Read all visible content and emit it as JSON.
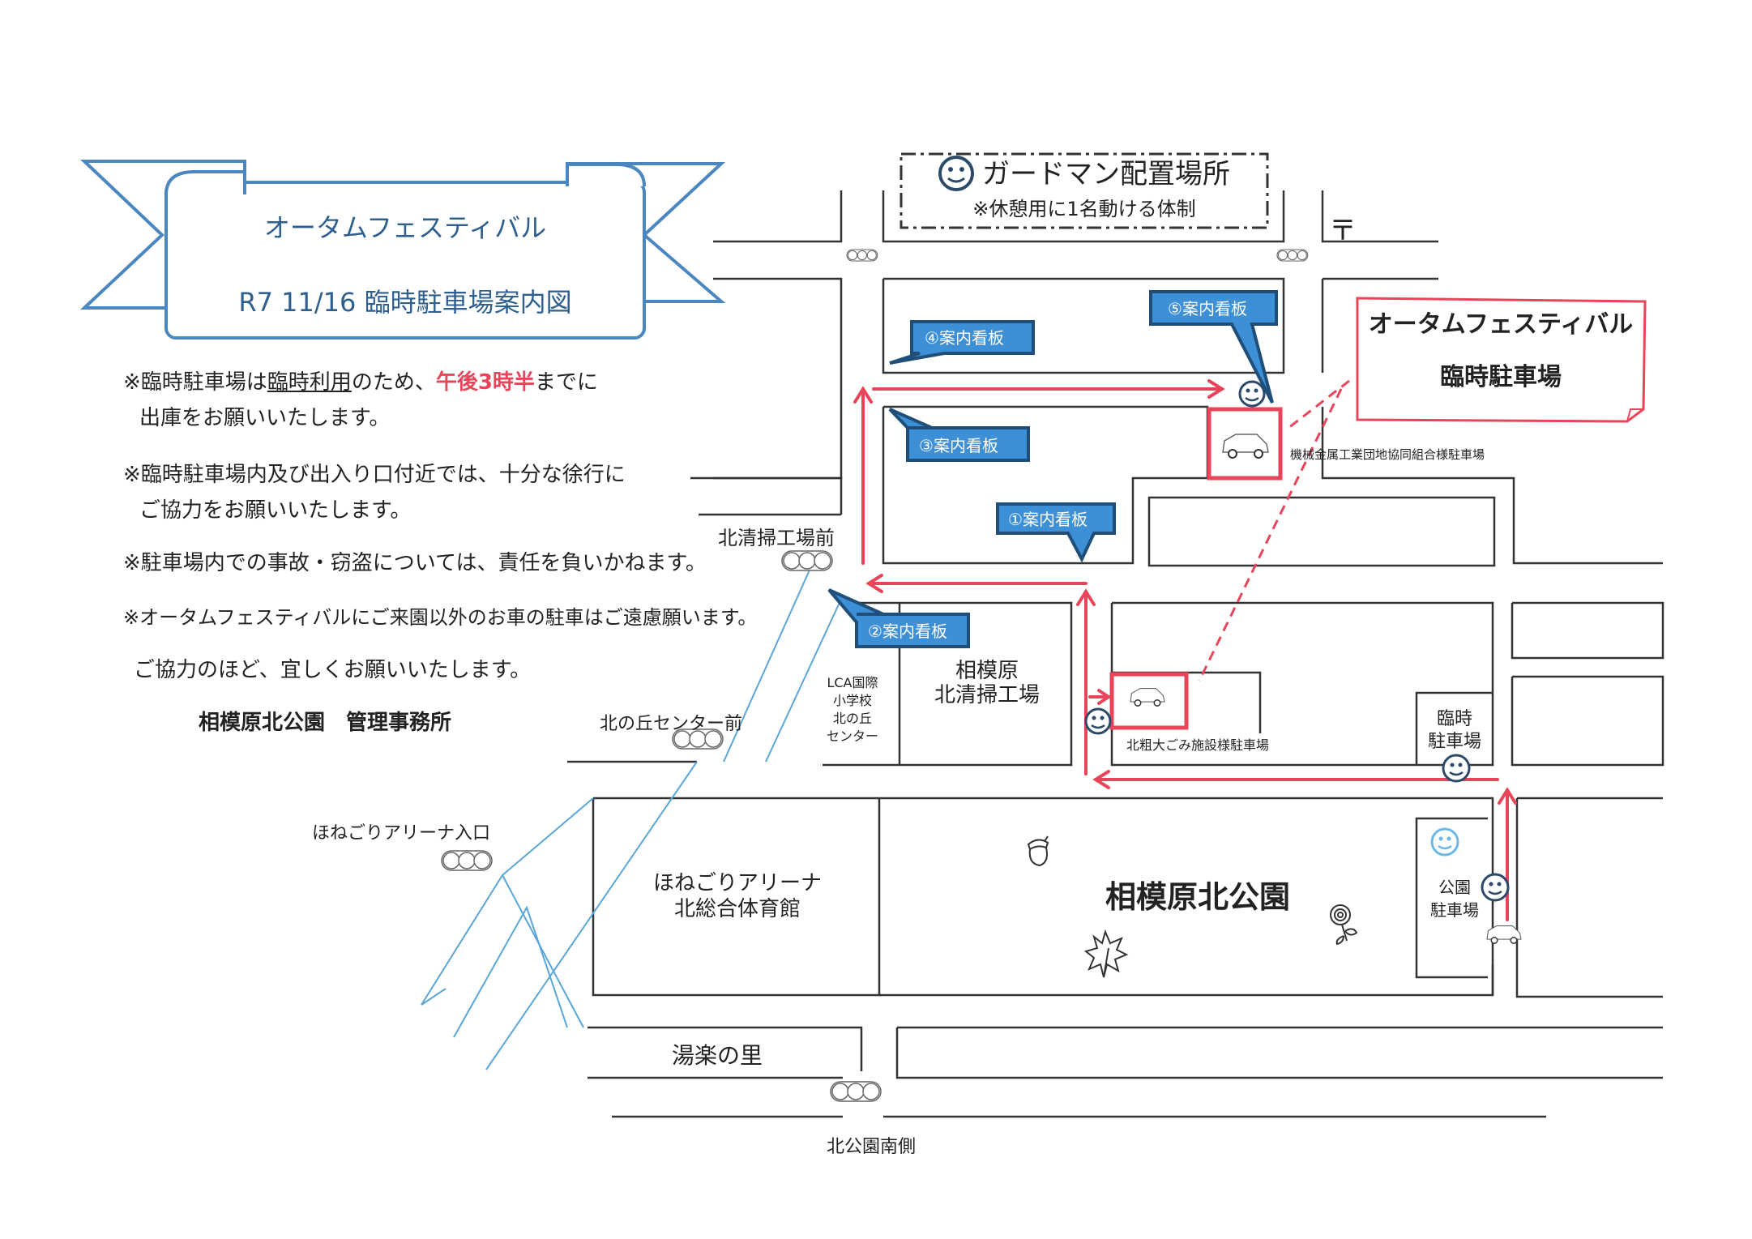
{
  "banner": {
    "title": "オータムフェスティバル",
    "subtitle": "R7 11/16  臨時駐車場案内図"
  },
  "notes": [
    {
      "prefix": "※臨時駐車場は",
      "underlined": "臨時利用",
      "middle": "のため、",
      "highlight": "午後3時半",
      "suffix": "までに",
      "line2": "出庫をお願いいたします。"
    },
    {
      "line1": "※臨時駐車場内及び出入り口付近では、十分な徐行に",
      "line2": "ご協力をお願いいたします。"
    },
    {
      "line1": "※駐車場内での事故・窃盗については、責任を負いかねます。"
    },
    {
      "line1": "※オータムフェスティバルにご来園以外のお車の駐車はご遠慮願います。"
    },
    {
      "line1": "ご協力のほど、宜しくお願いいたします。"
    }
  ],
  "office": "相模原北公園　管理事務所",
  "guard_legend": {
    "icon": "smiley-icon",
    "title": "ガードマン配置場所",
    "subtitle": "※休憩用に1名動ける体制"
  },
  "post_office_symbol": "〒",
  "callout": {
    "title": "オータムフェスティバル",
    "subtitle": "臨時駐車場"
  },
  "signs": [
    {
      "id": 1,
      "label": "①案内看板"
    },
    {
      "id": 2,
      "label": "②案内看板"
    },
    {
      "id": 3,
      "label": "③案内看板"
    },
    {
      "id": 4,
      "label": "④案内看板"
    },
    {
      "id": 5,
      "label": "⑤案内看板"
    }
  ],
  "places": {
    "kikai_parking": "機械金属工業団地協同組合様駐車場",
    "sodai_parking": "北粗大ごみ施設様駐車場",
    "temp_parking_line1": "臨時",
    "temp_parking_line2": "駐車場",
    "park_parking_line1": "公園",
    "park_parking_line2": "駐車場",
    "park": "相模原北公園",
    "arena_line1": "ほねごりアリーナ",
    "arena_line2": "北総合体育館",
    "cleaning_line1": "相模原",
    "cleaning_line2": "北清掃工場",
    "lca_line1": "LCA国際",
    "lca_line2": "小学校",
    "lca_line3": "北の丘",
    "lca_line4": "センター",
    "yuraku": "湯楽の里"
  },
  "intersections": {
    "seiso_mae": "北清掃工場前",
    "kitanooka_mae": "北の丘センター前",
    "arena_entrance": "ほねごりアリーナ入口",
    "park_south": "北公園南側"
  },
  "colors": {
    "route": "#e8455a",
    "sign": "#3d8fd6",
    "sign_border": "#1f4f78",
    "banner": "#4a86c0",
    "road_blue": "#5aa6d8",
    "guard": "#2b4a6a",
    "staff_light": "#6cb8e8"
  }
}
